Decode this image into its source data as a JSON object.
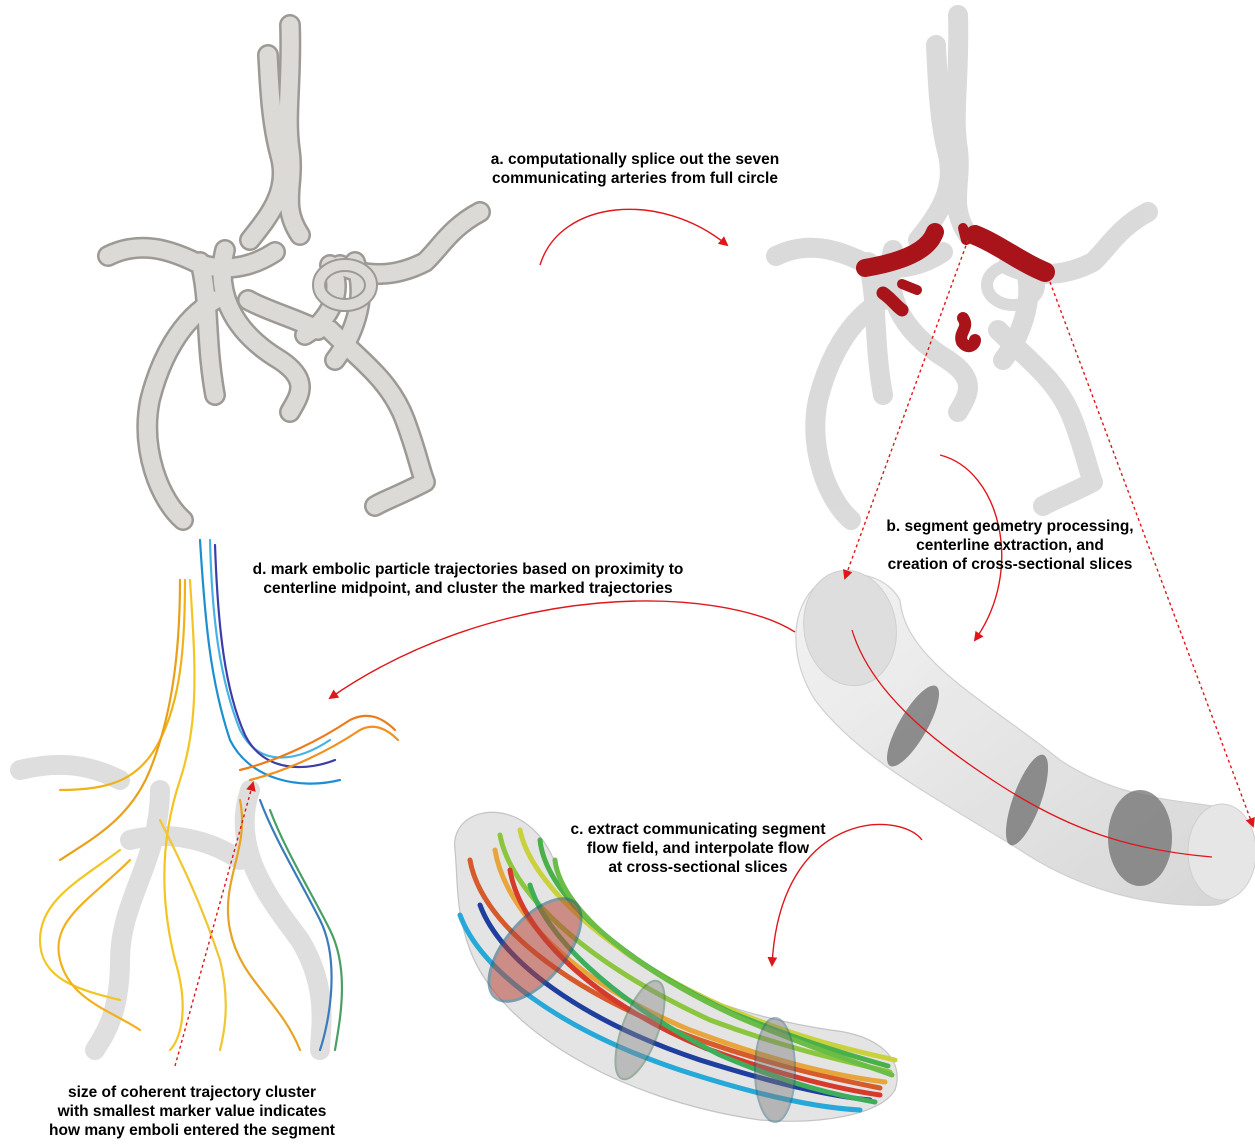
{
  "captions": {
    "a": {
      "line1": "a. computationally splice out the seven",
      "line2": "communicating arteries from full circle"
    },
    "b": {
      "line1": "b. segment geometry processing,",
      "line2": "centerline extraction, and",
      "line3": "creation of cross-sectional slices"
    },
    "c": {
      "line1": "c. extract communicating segment",
      "line2": "flow field, and interpolate flow",
      "line3": "at cross-sectional slices"
    },
    "d": {
      "line1": "d. mark embolic particle trajectories based on proximity to",
      "line2": "centerline midpoint, and cluster the marked trajectories"
    },
    "e": {
      "line1": "size of coherent trajectory cluster",
      "line2": "with smallest marker value indicates",
      "line3": "how many emboli entered the segment"
    }
  },
  "colors": {
    "vessel": "#d8d6d2",
    "vessel_edge": "#a9a6a1",
    "highlight_segment": "#a8141a",
    "arrow": "#e0161b"
  }
}
